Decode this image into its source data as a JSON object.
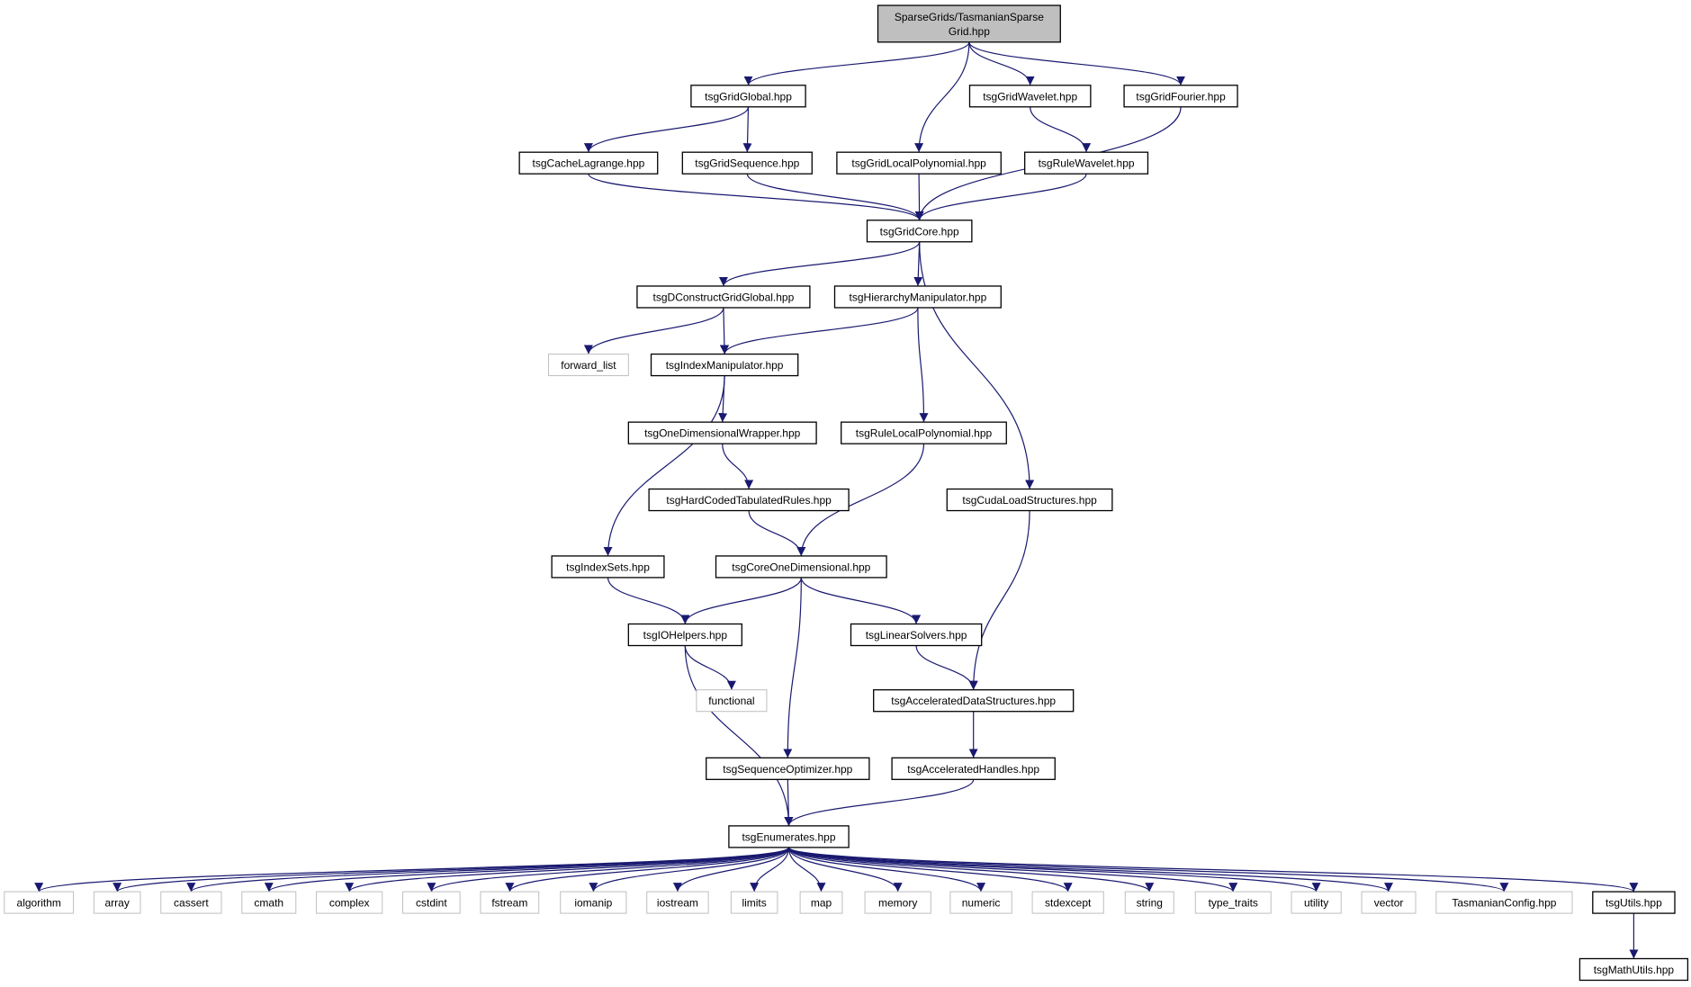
{
  "colors": {
    "edge": "#191970",
    "node_border": "#000000",
    "system_border": "#bfbfbf",
    "root_fill": "#bfbfbf",
    "text": "#000000"
  },
  "nodes": {
    "root": {
      "lines": [
        "SparseGrids/TasmanianSparse",
        "Grid.hpp"
      ],
      "kind": "root"
    },
    "gglobal": {
      "lines": [
        "tsgGridGlobal.hpp"
      ],
      "kind": "file"
    },
    "gwavelet": {
      "lines": [
        "tsgGridWavelet.hpp"
      ],
      "kind": "file"
    },
    "gfourier": {
      "lines": [
        "tsgGridFourier.hpp"
      ],
      "kind": "file"
    },
    "cachelag": {
      "lines": [
        "tsgCacheLagrange.hpp"
      ],
      "kind": "file"
    },
    "gseq": {
      "lines": [
        "tsgGridSequence.hpp"
      ],
      "kind": "file"
    },
    "glocal": {
      "lines": [
        "tsgGridLocalPolynomial.hpp"
      ],
      "kind": "file"
    },
    "rwavelet": {
      "lines": [
        "tsgRuleWavelet.hpp"
      ],
      "kind": "file"
    },
    "gcore": {
      "lines": [
        "tsgGridCore.hpp"
      ],
      "kind": "file"
    },
    "dconst": {
      "lines": [
        "tsgDConstructGridGlobal.hpp"
      ],
      "kind": "file"
    },
    "hier": {
      "lines": [
        "tsgHierarchyManipulator.hpp"
      ],
      "kind": "file"
    },
    "fwdlist": {
      "lines": [
        "forward_list"
      ],
      "kind": "system"
    },
    "indexman": {
      "lines": [
        "tsgIndexManipulator.hpp"
      ],
      "kind": "file"
    },
    "onedimw": {
      "lines": [
        "tsgOneDimensionalWrapper.hpp"
      ],
      "kind": "file"
    },
    "rlocal": {
      "lines": [
        "tsgRuleLocalPolynomial.hpp"
      ],
      "kind": "file"
    },
    "hardcoded": {
      "lines": [
        "tsgHardCodedTabulatedRules.hpp"
      ],
      "kind": "file"
    },
    "cudaload": {
      "lines": [
        "tsgCudaLoadStructures.hpp"
      ],
      "kind": "file"
    },
    "indexsets": {
      "lines": [
        "tsgIndexSets.hpp"
      ],
      "kind": "file"
    },
    "coreone": {
      "lines": [
        "tsgCoreOneDimensional.hpp"
      ],
      "kind": "file"
    },
    "iohelpers": {
      "lines": [
        "tsgIOHelpers.hpp"
      ],
      "kind": "file"
    },
    "linsolv": {
      "lines": [
        "tsgLinearSolvers.hpp"
      ],
      "kind": "file"
    },
    "functional": {
      "lines": [
        "functional"
      ],
      "kind": "system"
    },
    "accdata": {
      "lines": [
        "tsgAcceleratedDataStructures.hpp"
      ],
      "kind": "file"
    },
    "seqopt": {
      "lines": [
        "tsgSequenceOptimizer.hpp"
      ],
      "kind": "file"
    },
    "acchandles": {
      "lines": [
        "tsgAcceleratedHandles.hpp"
      ],
      "kind": "file"
    },
    "enums": {
      "lines": [
        "tsgEnumerates.hpp"
      ],
      "kind": "file"
    },
    "algorithm": {
      "lines": [
        "algorithm"
      ],
      "kind": "system"
    },
    "array": {
      "lines": [
        "array"
      ],
      "kind": "system"
    },
    "cassert": {
      "lines": [
        "cassert"
      ],
      "kind": "system"
    },
    "cmath": {
      "lines": [
        "cmath"
      ],
      "kind": "system"
    },
    "complex": {
      "lines": [
        "complex"
      ],
      "kind": "system"
    },
    "cstdint": {
      "lines": [
        "cstdint"
      ],
      "kind": "system"
    },
    "fstream": {
      "lines": [
        "fstream"
      ],
      "kind": "system"
    },
    "iomanip": {
      "lines": [
        "iomanip"
      ],
      "kind": "system"
    },
    "iostream": {
      "lines": [
        "iostream"
      ],
      "kind": "system"
    },
    "limits": {
      "lines": [
        "limits"
      ],
      "kind": "system"
    },
    "map": {
      "lines": [
        "map"
      ],
      "kind": "system"
    },
    "memory": {
      "lines": [
        "memory"
      ],
      "kind": "system"
    },
    "numeric": {
      "lines": [
        "numeric"
      ],
      "kind": "system"
    },
    "stdexcept": {
      "lines": [
        "stdexcept"
      ],
      "kind": "system"
    },
    "string": {
      "lines": [
        "string"
      ],
      "kind": "system"
    },
    "typetraits": {
      "lines": [
        "type_traits"
      ],
      "kind": "system"
    },
    "utility": {
      "lines": [
        "utility"
      ],
      "kind": "system"
    },
    "vector": {
      "lines": [
        "vector"
      ],
      "kind": "system"
    },
    "tasconfig": {
      "lines": [
        "TasmanianConfig.hpp"
      ],
      "kind": "system"
    },
    "utils": {
      "lines": [
        "tsgUtils.hpp"
      ],
      "kind": "file"
    },
    "mathutils": {
      "lines": [
        "tsgMathUtils.hpp"
      ],
      "kind": "file"
    }
  },
  "edges": [
    [
      "root",
      "gglobal"
    ],
    [
      "root",
      "glocal"
    ],
    [
      "root",
      "gwavelet"
    ],
    [
      "root",
      "gfourier"
    ],
    [
      "gglobal",
      "cachelag"
    ],
    [
      "gglobal",
      "gseq"
    ],
    [
      "gwavelet",
      "rwavelet"
    ],
    [
      "cachelag",
      "gcore"
    ],
    [
      "gseq",
      "gcore"
    ],
    [
      "glocal",
      "gcore"
    ],
    [
      "rwavelet",
      "gcore"
    ],
    [
      "gfourier",
      "gcore"
    ],
    [
      "gcore",
      "dconst"
    ],
    [
      "gcore",
      "hier"
    ],
    [
      "gcore",
      "cudaload"
    ],
    [
      "dconst",
      "fwdlist"
    ],
    [
      "dconst",
      "indexman"
    ],
    [
      "hier",
      "indexman"
    ],
    [
      "hier",
      "rlocal"
    ],
    [
      "indexman",
      "onedimw"
    ],
    [
      "indexman",
      "indexsets"
    ],
    [
      "onedimw",
      "hardcoded"
    ],
    [
      "hardcoded",
      "coreone"
    ],
    [
      "rlocal",
      "coreone"
    ],
    [
      "indexsets",
      "iohelpers"
    ],
    [
      "coreone",
      "iohelpers"
    ],
    [
      "coreone",
      "linsolv"
    ],
    [
      "coreone",
      "seqopt"
    ],
    [
      "iohelpers",
      "functional"
    ],
    [
      "iohelpers",
      "enums"
    ],
    [
      "linsolv",
      "accdata"
    ],
    [
      "cudaload",
      "accdata"
    ],
    [
      "accdata",
      "acchandles"
    ],
    [
      "seqopt",
      "enums"
    ],
    [
      "acchandles",
      "enums"
    ],
    [
      "enums",
      "algorithm"
    ],
    [
      "enums",
      "array"
    ],
    [
      "enums",
      "cassert"
    ],
    [
      "enums",
      "cmath"
    ],
    [
      "enums",
      "complex"
    ],
    [
      "enums",
      "cstdint"
    ],
    [
      "enums",
      "fstream"
    ],
    [
      "enums",
      "iomanip"
    ],
    [
      "enums",
      "iostream"
    ],
    [
      "enums",
      "limits"
    ],
    [
      "enums",
      "map"
    ],
    [
      "enums",
      "memory"
    ],
    [
      "enums",
      "numeric"
    ],
    [
      "enums",
      "stdexcept"
    ],
    [
      "enums",
      "string"
    ],
    [
      "enums",
      "typetraits"
    ],
    [
      "enums",
      "utility"
    ],
    [
      "enums",
      "vector"
    ],
    [
      "enums",
      "tasconfig"
    ],
    [
      "enums",
      "utils"
    ],
    [
      "utils",
      "mathutils"
    ]
  ]
}
